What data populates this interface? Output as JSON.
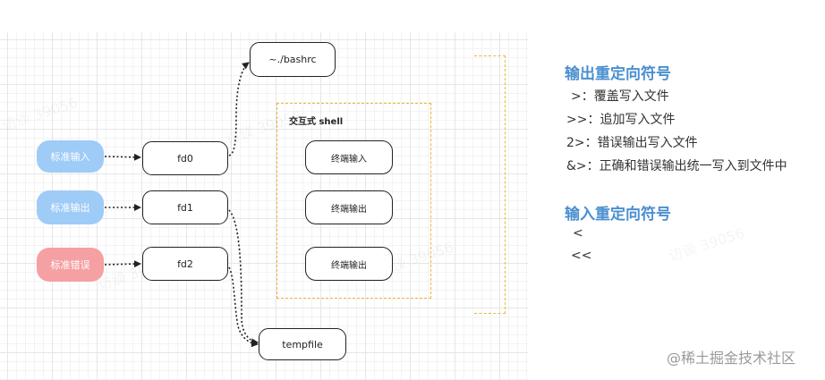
{
  "diagram": {
    "sources": [
      {
        "label": "标准输入",
        "color": "#9fcbf7"
      },
      {
        "label": "标准输出",
        "color": "#9fcbf7"
      },
      {
        "label": "标准错误",
        "color": "#f5a0a3"
      }
    ],
    "descriptors": [
      "fd0",
      "fd1",
      "fd2"
    ],
    "files": {
      "bashrc": "~./bashrc",
      "tempfile": "tempfile"
    },
    "shell": {
      "title": "交互式 shell",
      "terminals": [
        "终端输入",
        "终端输出",
        "终端输出"
      ]
    },
    "accent_dashed": "#f0b33a",
    "watermark": "访谈 39056"
  },
  "legend": {
    "output_heading": "输出重定向符号",
    "output_items": [
      ">：覆盖写入文件",
      ">>：追加写入文件",
      "2>：错误输出写入文件",
      "&>：正确和错误输出统一写入到文件中"
    ],
    "input_heading": "输入重定向符号",
    "input_items": [
      "<",
      "<<"
    ],
    "heading_color": "#4a8fd0"
  },
  "credit": "@稀土掘金技术社区"
}
